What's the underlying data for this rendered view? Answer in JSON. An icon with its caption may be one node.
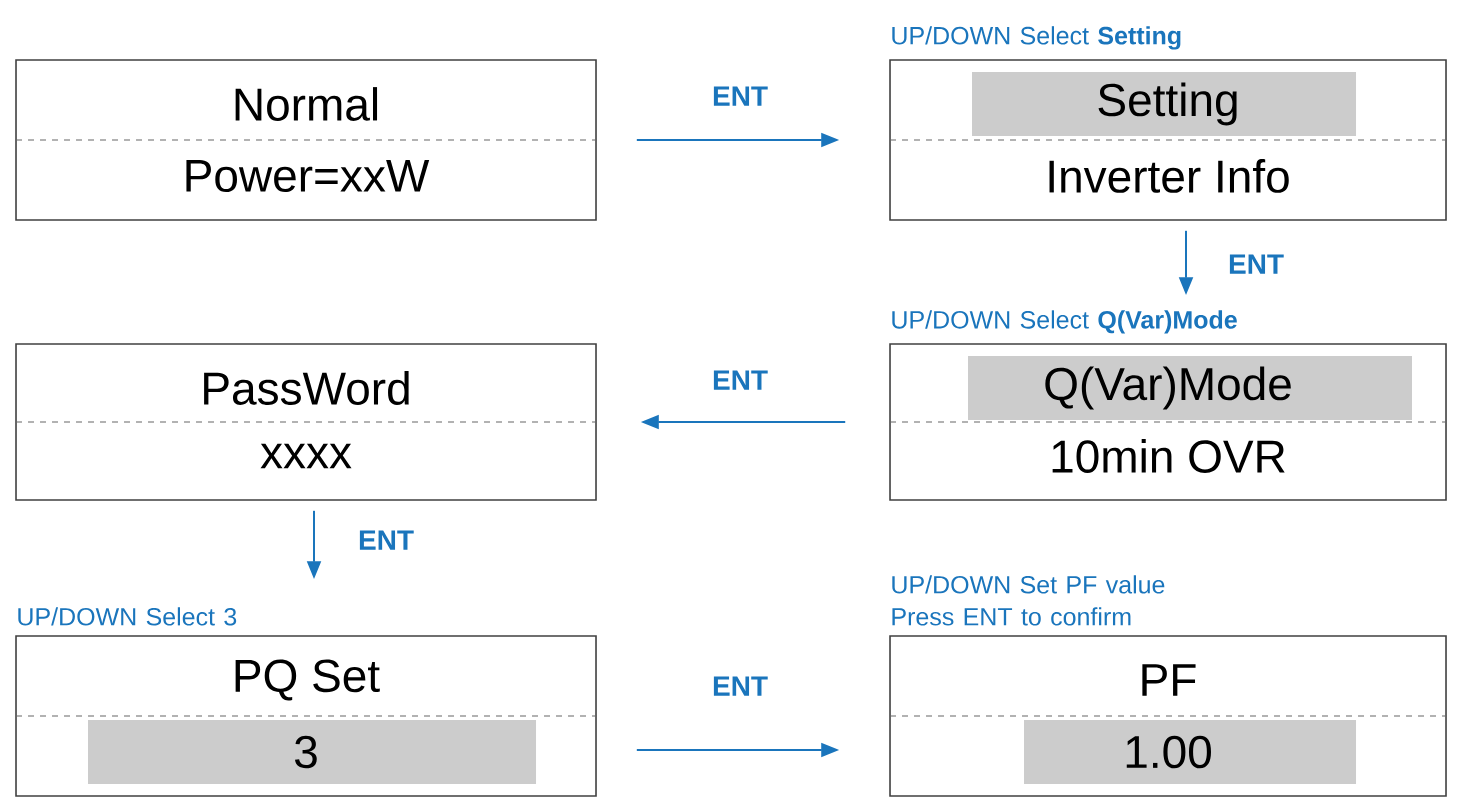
{
  "diagram": {
    "nodes": [
      {
        "text": [
          "Normal",
          "Power=xxW"
        ]
      },
      {
        "text": [
          "UP/DOWN Select **Setting**",
          "Setting",
          "Inverter Info"
        ]
      },
      {
        "text": [
          "UP/DOWN Select **Q(Var)Mode**",
          "Q(Var)Mode",
          "10min OVR"
        ]
      },
      {
        "text": [
          "PassWord",
          "xxxx"
        ]
      },
      {
        "text": [
          "UP/DOWN Select 3",
          "PQ Set",
          "3"
        ]
      },
      {
        "text": [
          "UP/DOWN Set PF value Press ENT to confirm",
          "PF",
          "1.00"
        ]
      }
    ],
    "edges": [
      {
        "from": 0,
        "to": 1,
        "arrow": "to",
        "label": "ENT"
      },
      {
        "from": 1,
        "to": 2,
        "arrow": "to",
        "label": "ENT"
      },
      {
        "from": 2,
        "to": 3,
        "arrow": "to",
        "label": "ENT"
      },
      {
        "from": 3,
        "to": 4,
        "arrow": "to",
        "label": "ENT"
      },
      {
        "from": 4,
        "to": 5,
        "arrow": "to",
        "label": "ENT"
      }
    ]
  }
}
